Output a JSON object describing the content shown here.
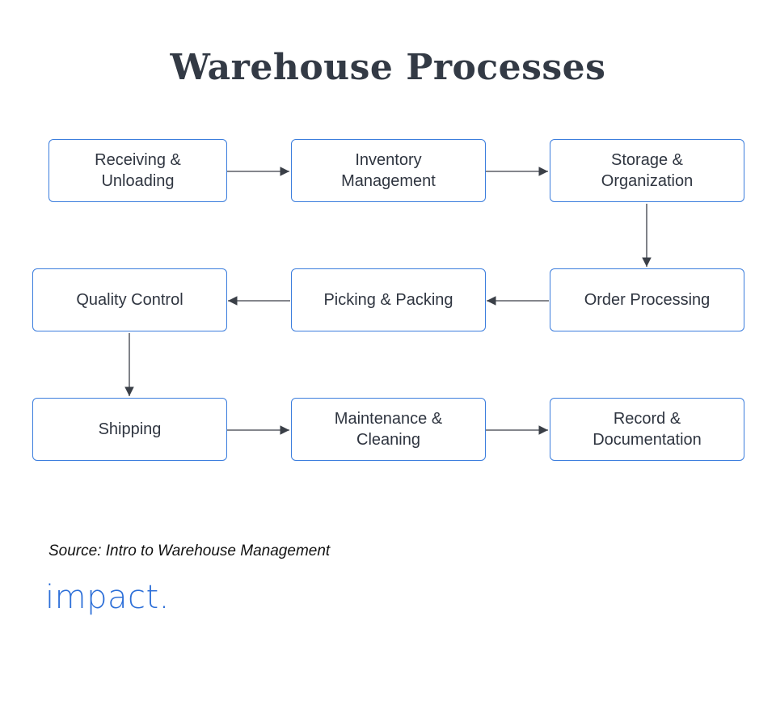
{
  "title": "Warehouse Processes",
  "steps": [
    {
      "label": "Receiving &\nUnloading"
    },
    {
      "label": "Inventory\nManagement"
    },
    {
      "label": "Storage &\nOrganization"
    },
    {
      "label": "Order Processing"
    },
    {
      "label": "Picking & Packing"
    },
    {
      "label": "Quality Control"
    },
    {
      "label": "Shipping"
    },
    {
      "label": "Maintenance &\nCleaning"
    },
    {
      "label": "Record &\nDocumentation"
    }
  ],
  "source": "Source: Intro to Warehouse Management",
  "logo": "impact.",
  "colors": {
    "box_border": "#3b7ddd",
    "arrow": "#3a3f47",
    "title": "#333a45",
    "logo": "#2d6fd8"
  }
}
